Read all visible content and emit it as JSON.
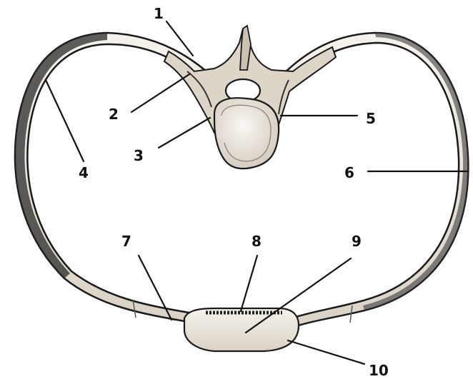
{
  "diagram": {
    "labels": [
      {
        "id": "1",
        "text": "1"
      },
      {
        "id": "2",
        "text": "2"
      },
      {
        "id": "3",
        "text": "3"
      },
      {
        "id": "4",
        "text": "4"
      },
      {
        "id": "5",
        "text": "5"
      },
      {
        "id": "6",
        "text": "6"
      },
      {
        "id": "7",
        "text": "7"
      },
      {
        "id": "8",
        "text": "8"
      },
      {
        "id": "9",
        "text": "9"
      },
      {
        "id": "10",
        "text": "10"
      }
    ]
  },
  "colors": {
    "bone_fill": "#eeeae2",
    "bone_shade": "#cfc8bb",
    "bone_outline": "#1a1a1a",
    "line": "#111111"
  }
}
